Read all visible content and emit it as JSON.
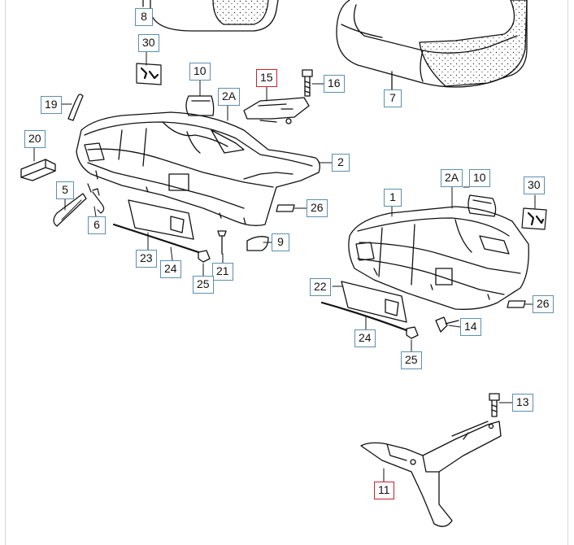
{
  "colors": {
    "callout_border": "#5d8fae",
    "callout_highlight_border": "#cf1f2a",
    "line": "#111111",
    "frame": "#d9d9d9"
  },
  "callouts": {
    "c8": "8",
    "c30a": "30",
    "c10a": "10",
    "c15": "15",
    "c16": "16",
    "c2Aa": "2A",
    "c19": "19",
    "c7": "7",
    "c2": "2",
    "c20": "20",
    "c5": "5",
    "c6": "6",
    "c26a": "26",
    "c9": "9",
    "c23": "23",
    "c24a": "24",
    "c21": "21",
    "c25a": "25",
    "c1": "1",
    "c2Ab": "2A",
    "c10b": "10",
    "c30b": "30",
    "c22": "22",
    "c26b": "26",
    "c24b": "24",
    "c14": "14",
    "c25b": "25",
    "c13": "13",
    "c11": "11"
  }
}
